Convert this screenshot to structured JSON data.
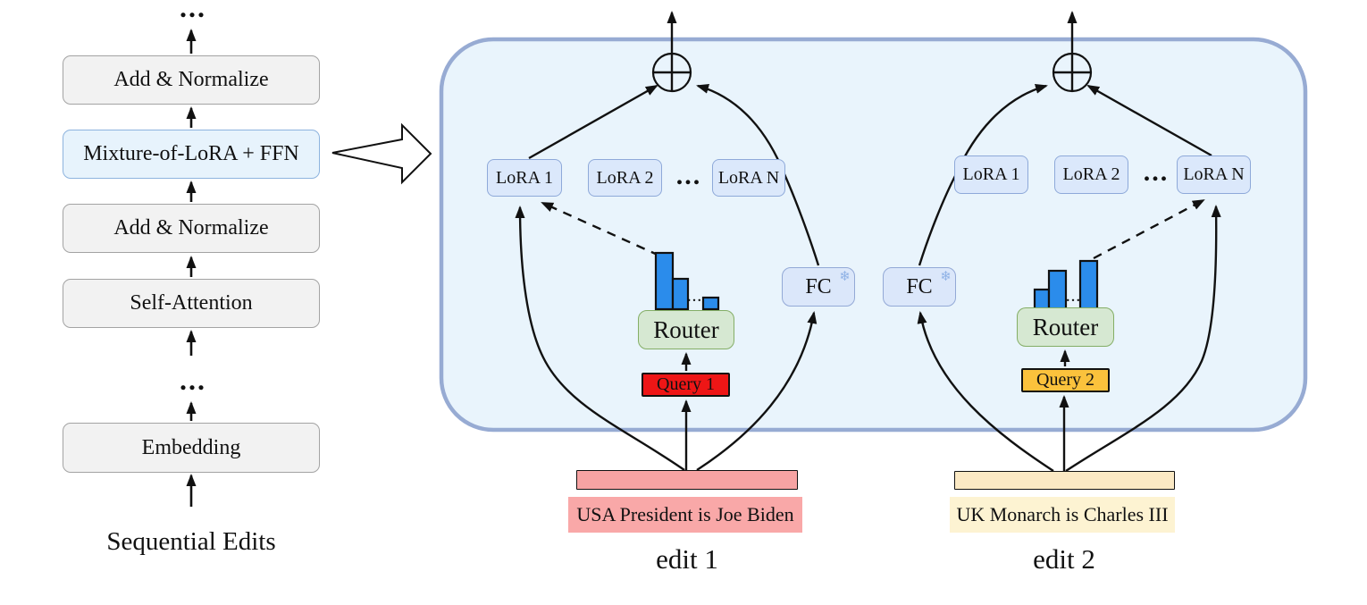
{
  "colors": {
    "panel_fill": "#e9f4fc",
    "panel_border": "#97abd3",
    "gray_box_fill": "#f2f2f2",
    "mixture_box_fill": "#e7f3fc",
    "lora_box_fill": "#dbe8fb",
    "router_fill": "#d6e8d2",
    "router_border": "#84ae66",
    "query1_fill": "#ee1616",
    "query2_fill": "#fbc23c",
    "strip1_fill": "#f7a3a3",
    "strip2_fill": "#fbe9c4",
    "label1_fill": "#f9a8a8",
    "label2_fill": "#fdf3d2",
    "bar_fill": "#2b8ceb"
  },
  "left_stack": {
    "dots_top": "...",
    "box_add_norm_top": "Add & Normalize",
    "box_mixture": "Mixture-of-LoRA + FFN",
    "box_add_norm_bottom": "Add & Normalize",
    "box_self_attention": "Self-Attention",
    "dots_middle": "...",
    "box_embedding": "Embedding",
    "caption": "Sequential Edits"
  },
  "panel": {
    "edit1": {
      "lora1": "LoRA 1",
      "lora2": "LoRA 2",
      "lora_dots": "...",
      "loraN": "LoRA N",
      "fc": "FC",
      "snowflake": "❄",
      "router": "Router",
      "router_weights": [
        0.63,
        0.34,
        0.13
      ],
      "bar_dots": "...",
      "query": "Query 1",
      "input_text": "USA President is Joe Biden",
      "edit_label": "edit 1"
    },
    "edit2": {
      "lora1": "LoRA 1",
      "lora2": "LoRA 2",
      "lora_dots": "...",
      "loraN": "LoRA N",
      "fc": "FC",
      "snowflake": "❄",
      "router": "Router",
      "router_weights": [
        0.22,
        0.43,
        0.54
      ],
      "bar_dots": "...",
      "query": "Query 2",
      "input_text": "UK Monarch is Charles III",
      "edit_label": "edit 2"
    }
  }
}
